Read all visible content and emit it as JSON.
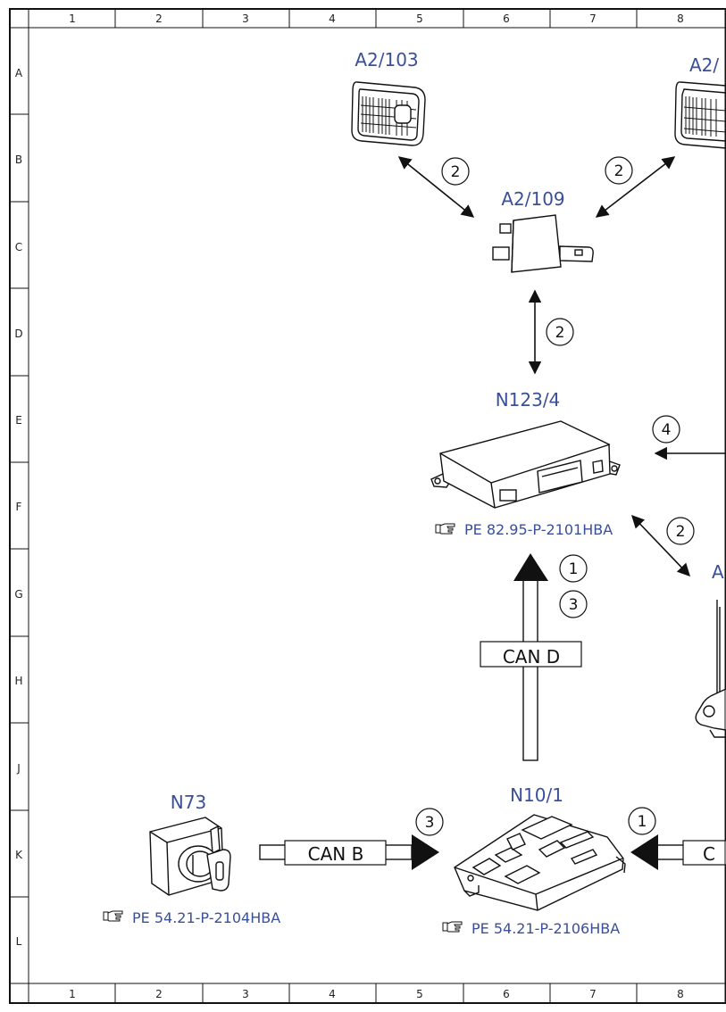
{
  "grid": {
    "columns": [
      "1",
      "2",
      "3",
      "4",
      "5",
      "6",
      "7",
      "8"
    ],
    "rows": [
      "A",
      "B",
      "C",
      "D",
      "E",
      "F",
      "G",
      "H",
      "J",
      "K",
      "L"
    ]
  },
  "components": {
    "a2_103": "A2/103",
    "a2_right_partial": "A2/",
    "a2_109": "A2/109",
    "n123_4": "N123/4",
    "a_right_partial": "A",
    "n73": "N73",
    "n10_1": "N10/1"
  },
  "references": {
    "n123_4": "PE 82.95-P-2101HBA",
    "n73": "PE 54.21-P-2104HBA",
    "n10_1": "PE 54.21-P-2106HBA"
  },
  "buses": {
    "can_d": "CAN D",
    "can_b": "CAN B",
    "can_right_partial": "C"
  },
  "steps": {
    "a2_103_link": "2",
    "a2_right_link": "2",
    "a2_109_link": "2",
    "n123_right_in": "4",
    "n123_right_link": "2",
    "can_d_1": "1",
    "can_d_3": "3",
    "can_b": "3",
    "can_right": "1"
  },
  "icons": {
    "reference": "pointing-hand-icon"
  },
  "colors": {
    "label": "#3a4f9a",
    "line": "#111111"
  }
}
